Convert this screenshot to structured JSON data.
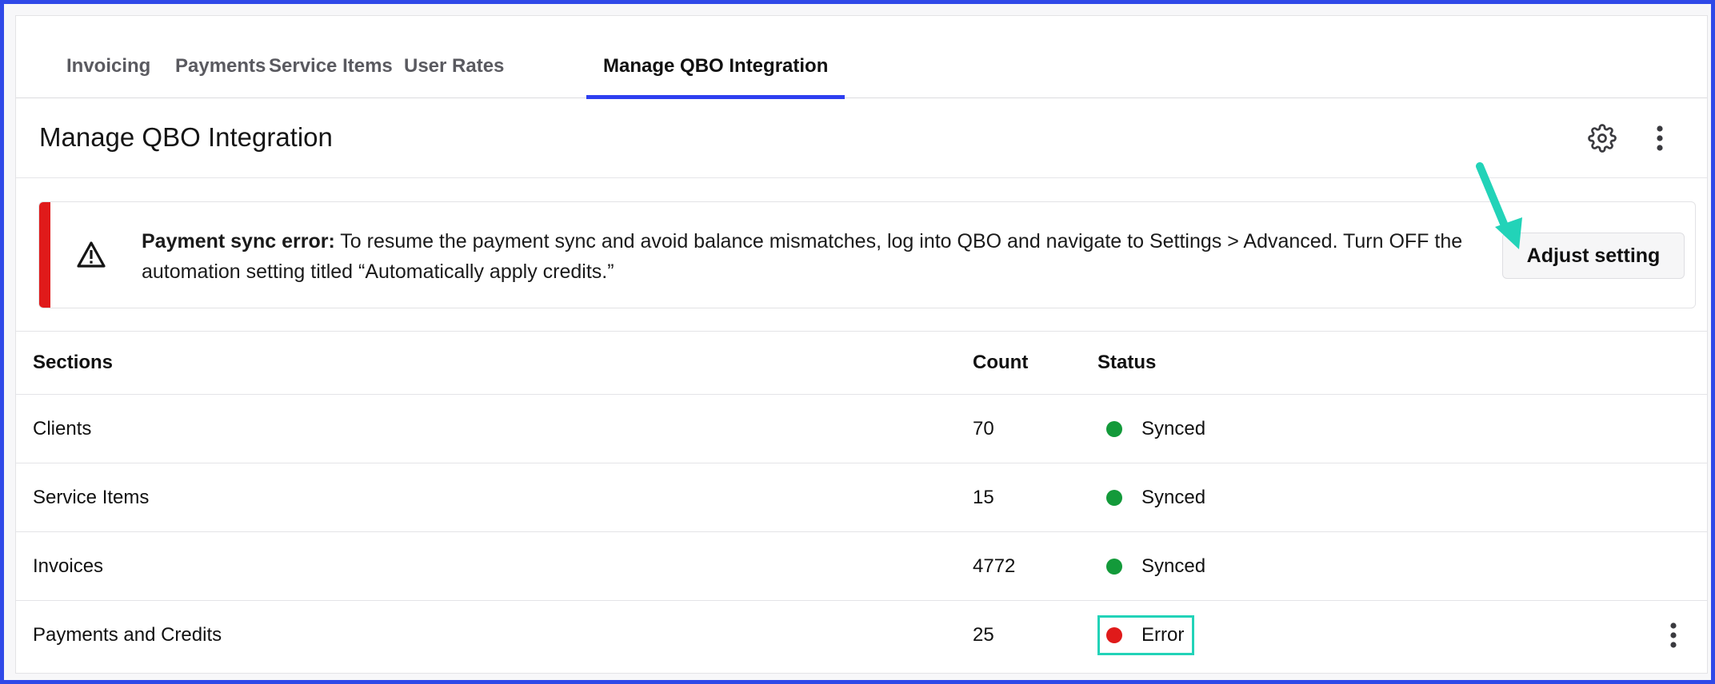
{
  "tabs": [
    {
      "label": "Invoicing",
      "active": false
    },
    {
      "label": "Payments",
      "active": false
    },
    {
      "label": "Service Items",
      "active": false
    },
    {
      "label": "User Rates",
      "active": false
    },
    {
      "label": "Manage QBO Integration",
      "active": true
    }
  ],
  "header": {
    "title": "Manage QBO Integration",
    "icons": [
      "gear-icon",
      "kebab-menu-icon"
    ]
  },
  "alert": {
    "icon": "warning-triangle-icon",
    "title": "Payment sync error:",
    "message": " To resume the payment sync and avoid balance mismatches, log into QBO and navigate to Settings > Advanced. Turn OFF the automation setting titled “Automatically apply credits.”",
    "button_label": "Adjust setting",
    "accent_color": "#e01a1a"
  },
  "table": {
    "columns": [
      "Sections",
      "Count",
      "Status"
    ],
    "rows": [
      {
        "section": "Clients",
        "count": "70",
        "status": "Synced",
        "status_color": "#139a3a"
      },
      {
        "section": "Service Items",
        "count": "15",
        "status": "Synced",
        "status_color": "#139a3a"
      },
      {
        "section": "Invoices",
        "count": "4772",
        "status": "Synced",
        "status_color": "#139a3a"
      },
      {
        "section": "Payments and Credits",
        "count": "25",
        "status": "Error",
        "status_color": "#e01a1a"
      }
    ]
  },
  "colors": {
    "frame_border": "#2f49e8",
    "tab_underline": "#2d3ff0",
    "annotation": "#22d3b8"
  }
}
